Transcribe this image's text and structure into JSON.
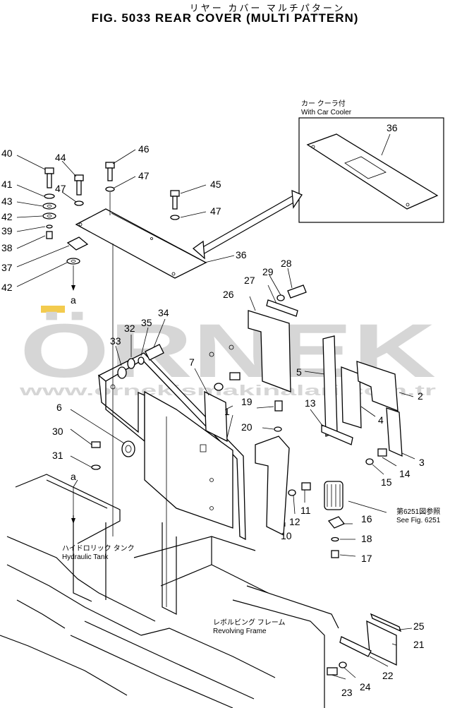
{
  "figure": {
    "title_kana": "リヤー カバー マルチパターン",
    "title": "FIG. 5033 REAR COVER (MULTI PATTERN)"
  },
  "inset": {
    "label_kana": "カー クーラ付",
    "label": "With Car Cooler",
    "part": "36"
  },
  "labels": {
    "hydraulic_tank_kana": "ハイドロリック タンク",
    "hydraulic_tank": "Hydraulic Tank",
    "revolving_frame_kana": "レボルビング フレーム",
    "revolving_frame": "Revolving Frame",
    "see_fig_kana": "第6251図参照",
    "see_fig": "See Fig. 6251",
    "connector_a_top": "a",
    "connector_a_bottom": "a"
  },
  "watermark": {
    "brand": "ÖRNEK",
    "url": "www.ornekismakinalari.com.tr"
  },
  "callouts": {
    "n1": "1",
    "n2": "2",
    "n3": "3",
    "n4": "4",
    "n5": "5",
    "n6": "6",
    "n7": "7",
    "n10": "10",
    "n11": "11",
    "n12": "12",
    "n13": "13",
    "n14": "14",
    "n15": "15",
    "n16": "16",
    "n17": "17",
    "n18": "18",
    "n19": "19",
    "n20": "20",
    "n21": "21",
    "n22": "22",
    "n23": "23",
    "n24": "24",
    "n25": "25",
    "n26": "26",
    "n27": "27",
    "n28": "28",
    "n29": "29",
    "n30": "30",
    "n31": "31",
    "n32": "32",
    "n33": "33",
    "n34": "34",
    "n35": "35",
    "n36": "36",
    "n37": "37",
    "n38": "38",
    "n39": "39",
    "n40": "40",
    "n41": "41",
    "n42a": "42",
    "n42b": "42",
    "n43": "43",
    "n44": "44",
    "n45": "45",
    "n46": "46",
    "n47a": "47",
    "n47b": "47",
    "n47c": "47"
  }
}
